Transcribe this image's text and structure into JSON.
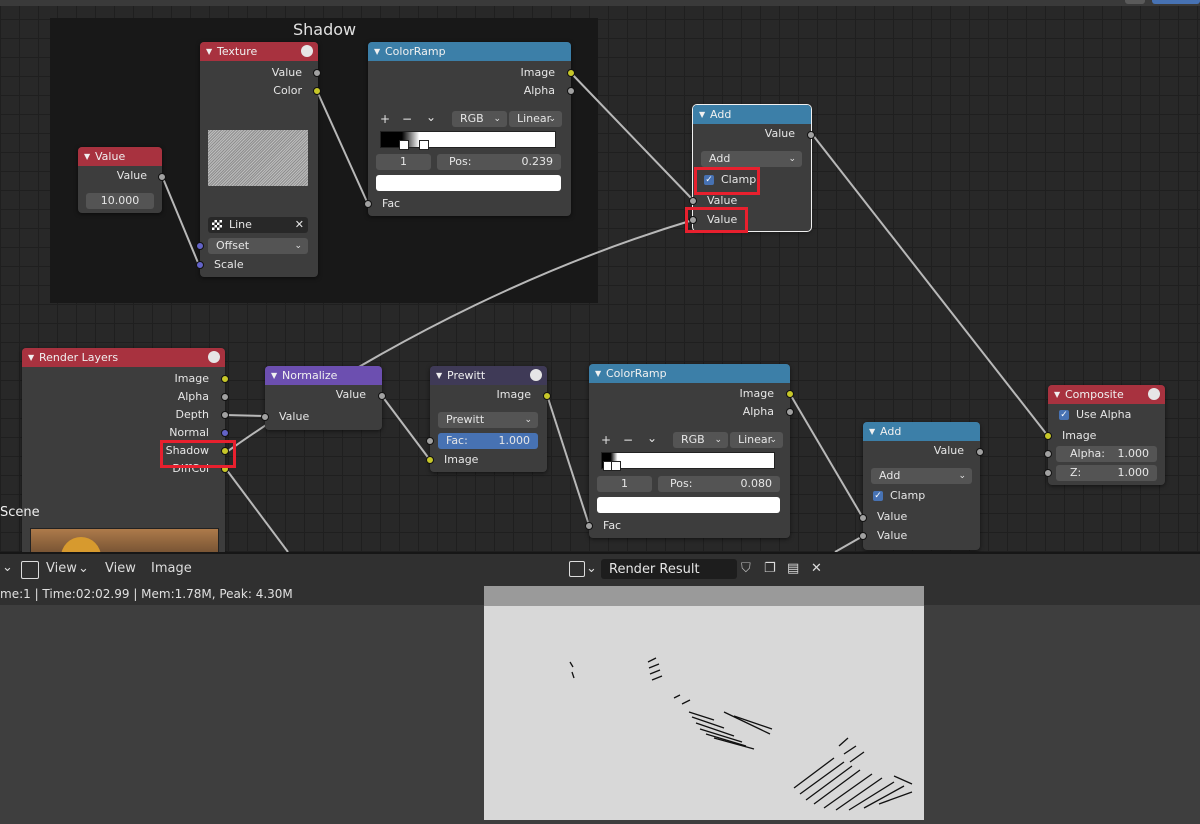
{
  "frame": {
    "title": "Shadow"
  },
  "nodes": {
    "value": {
      "title": "Value",
      "out": "Value",
      "field": "10.000"
    },
    "texture": {
      "title": "Texture",
      "outputs": [
        "Value",
        "Color"
      ],
      "texture_name": "Line",
      "mapping": "Offset",
      "scale": "Scale"
    },
    "colorramp_top": {
      "title": "ColorRamp",
      "outputs": [
        "Image",
        "Alpha"
      ],
      "mode": "RGB",
      "interp": "Linear",
      "index": "1",
      "pos_label": "Pos:",
      "pos": "0.239",
      "fac": "Fac"
    },
    "add_top": {
      "title": "Add",
      "out": "Value",
      "op": "Add",
      "clamp": "Clamp",
      "in1": "Value",
      "in2": "Value"
    },
    "render_layers": {
      "title": "Render Layers",
      "outputs": [
        "Image",
        "Alpha",
        "Depth",
        "Normal",
        "Shadow",
        "DiffCol"
      ],
      "scene": "Scene"
    },
    "normalize": {
      "title": "Normalize",
      "out": "Value",
      "in": "Value"
    },
    "prewitt": {
      "title": "Prewitt",
      "out": "Image",
      "type": "Prewitt",
      "fac_label": "Fac:",
      "fac": "1.000",
      "in": "Image"
    },
    "colorramp_bot": {
      "title": "ColorRamp",
      "outputs": [
        "Image",
        "Alpha"
      ],
      "mode": "RGB",
      "interp": "Linear",
      "index": "1",
      "pos_label": "Pos:",
      "pos": "0.080",
      "fac": "Fac"
    },
    "add_bot": {
      "title": "Add",
      "out": "Value",
      "op": "Add",
      "clamp": "Clamp",
      "in1": "Value",
      "in2": "Value"
    },
    "composite": {
      "title": "Composite",
      "use_alpha": "Use Alpha",
      "image": "Image",
      "alpha_label": "Alpha:",
      "alpha": "1.000",
      "z_label": "Z:",
      "z": "1.000"
    }
  },
  "ramp_buttons": [
    "+",
    "−",
    "⌄"
  ],
  "image_editor": {
    "menu": [
      "View",
      "View",
      "Image"
    ],
    "image_name": "Render Result",
    "status": "me:1 | Time:02:02.99 | Mem:1.78M, Peak: 4.30M"
  },
  "colors": {
    "accent": "#4772b3",
    "highlight": "#e8202e",
    "socket_gray": "#a1a1a1",
    "socket_yellow": "#c7c729",
    "socket_blue": "#6363c7"
  }
}
